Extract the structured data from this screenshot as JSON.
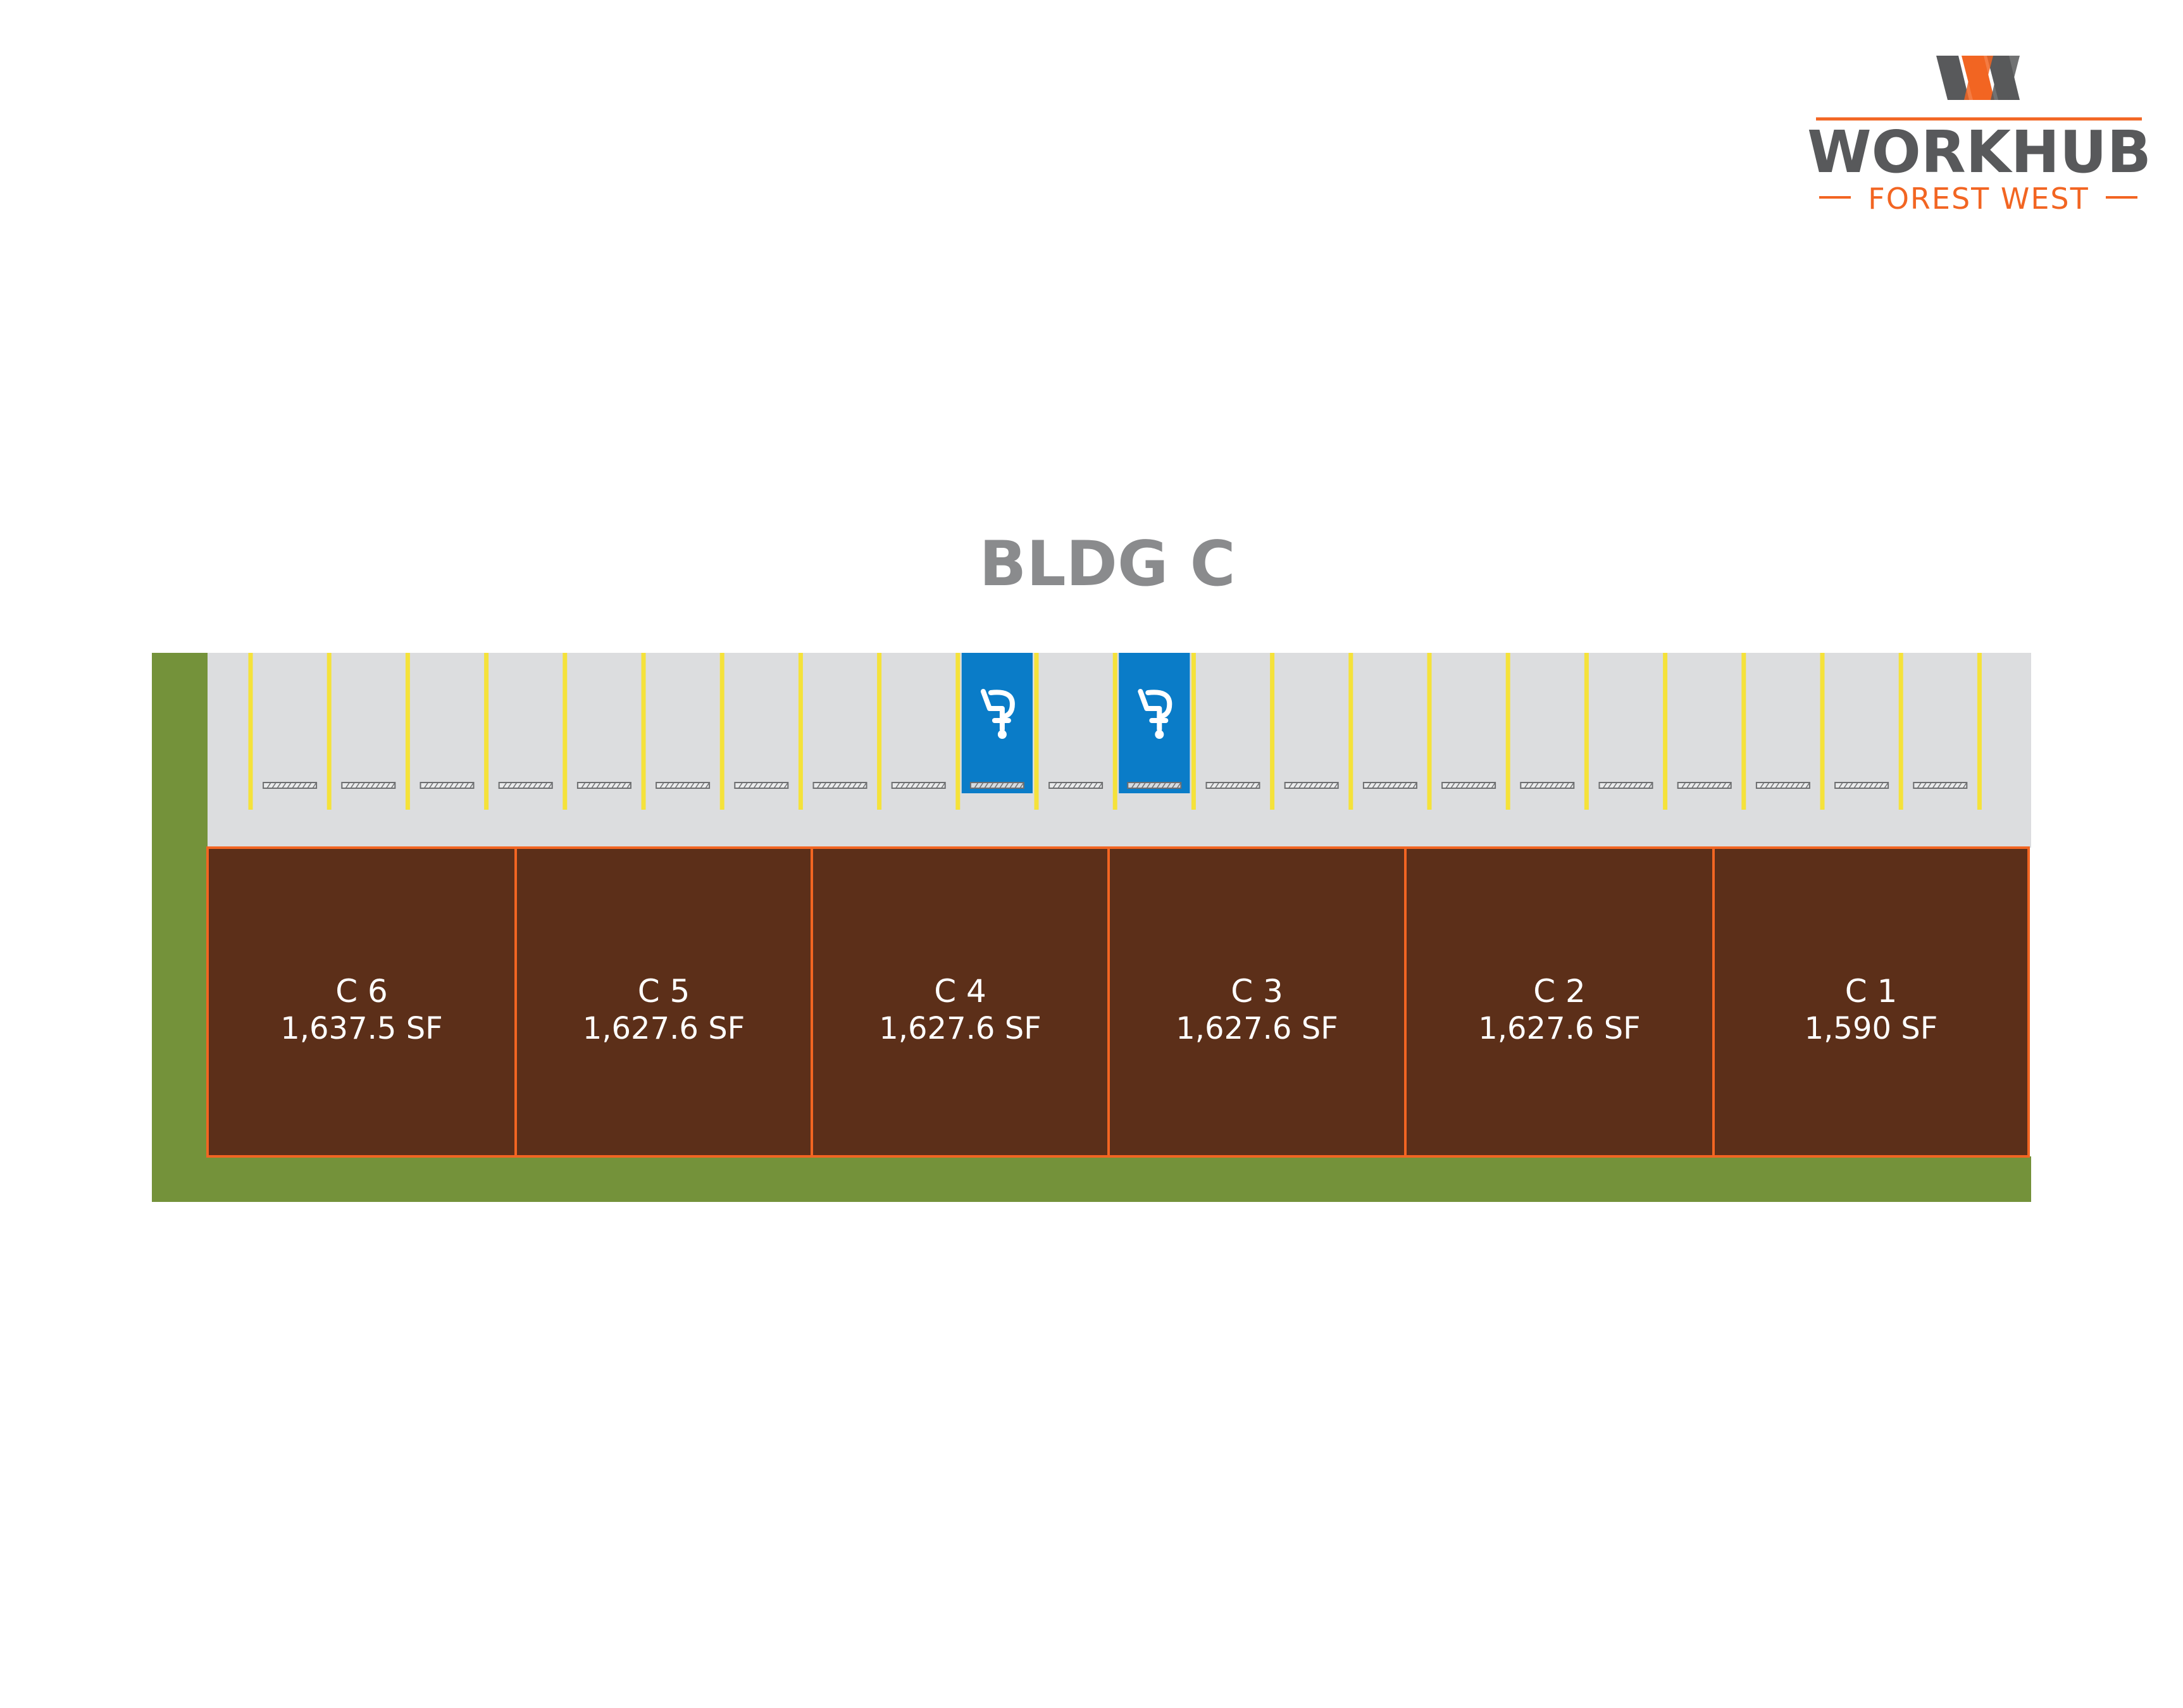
{
  "logo": {
    "wordmark": "WORKHUB",
    "subline": "FOREST WEST",
    "mark_icon": "double-w-mark-icon",
    "primary_color": "#58595b",
    "accent_color": "#f26522"
  },
  "building": {
    "title": "BLDG C",
    "title_color": "#8a8b8d"
  },
  "parking": {
    "stall_count": 22,
    "accessible_stalls": [
      10,
      12
    ],
    "accessible_icon": "wheelchair-icon",
    "lot_color": "#dcdddf",
    "stripe_color": "#f5e23a",
    "accessible_color": "#0a7cc8"
  },
  "suites": [
    {
      "name": "C 6",
      "area": "1,637.5 SF"
    },
    {
      "name": "C 5",
      "area": "1,627.6 SF"
    },
    {
      "name": "C 4",
      "area": "1,627.6 SF"
    },
    {
      "name": "C 3",
      "area": "1,627.6 SF"
    },
    {
      "name": "C 2",
      "area": "1,627.6 SF"
    },
    {
      "name": "C 1",
      "area": "1,590 SF"
    }
  ],
  "colors": {
    "suite_fill": "#5c2f19",
    "suite_border": "#f26522",
    "landscape": "#74923a"
  }
}
